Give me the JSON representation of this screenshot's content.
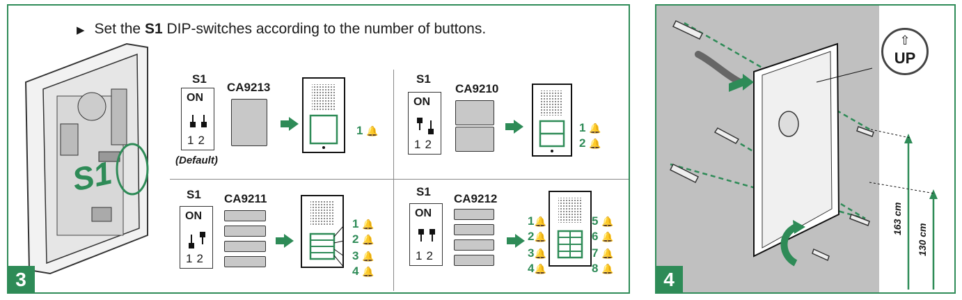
{
  "panel3": {
    "number": "3",
    "instruction_prefix": "Set the ",
    "instruction_bold": "S1",
    "instruction_suffix": " DIP-switches according to the number of buttons.",
    "device_label": "S1",
    "configs": [
      {
        "switch_label": "S1",
        "on_label": "ON",
        "numbers": "12",
        "model": "CA9213",
        "note": "(Default)",
        "bells": [
          "1"
        ]
      },
      {
        "switch_label": "S1",
        "on_label": "ON",
        "numbers": "12",
        "model": "CA9210",
        "note": "",
        "bells": [
          "1",
          "2"
        ]
      },
      {
        "switch_label": "S1",
        "on_label": "ON",
        "numbers": "12",
        "model": "CA9211",
        "note": "",
        "bells": [
          "1",
          "2",
          "3",
          "4"
        ]
      },
      {
        "switch_label": "S1",
        "on_label": "ON",
        "numbers": "12",
        "model": "CA9212",
        "note": "",
        "bells_left": [
          "1",
          "2",
          "3",
          "4"
        ],
        "bells_right": [
          "5",
          "6",
          "7",
          "8"
        ]
      }
    ]
  },
  "panel4": {
    "number": "4",
    "up_label": "UP",
    "dim_outer": "163 cm",
    "dim_inner": "130 cm"
  },
  "colors": {
    "accent": "#2e8b57",
    "wall": "#c0c0c0"
  },
  "icons": {
    "bell": "bell-icon",
    "arrow": "arrow-right-icon",
    "up": "arrow-up-icon"
  }
}
